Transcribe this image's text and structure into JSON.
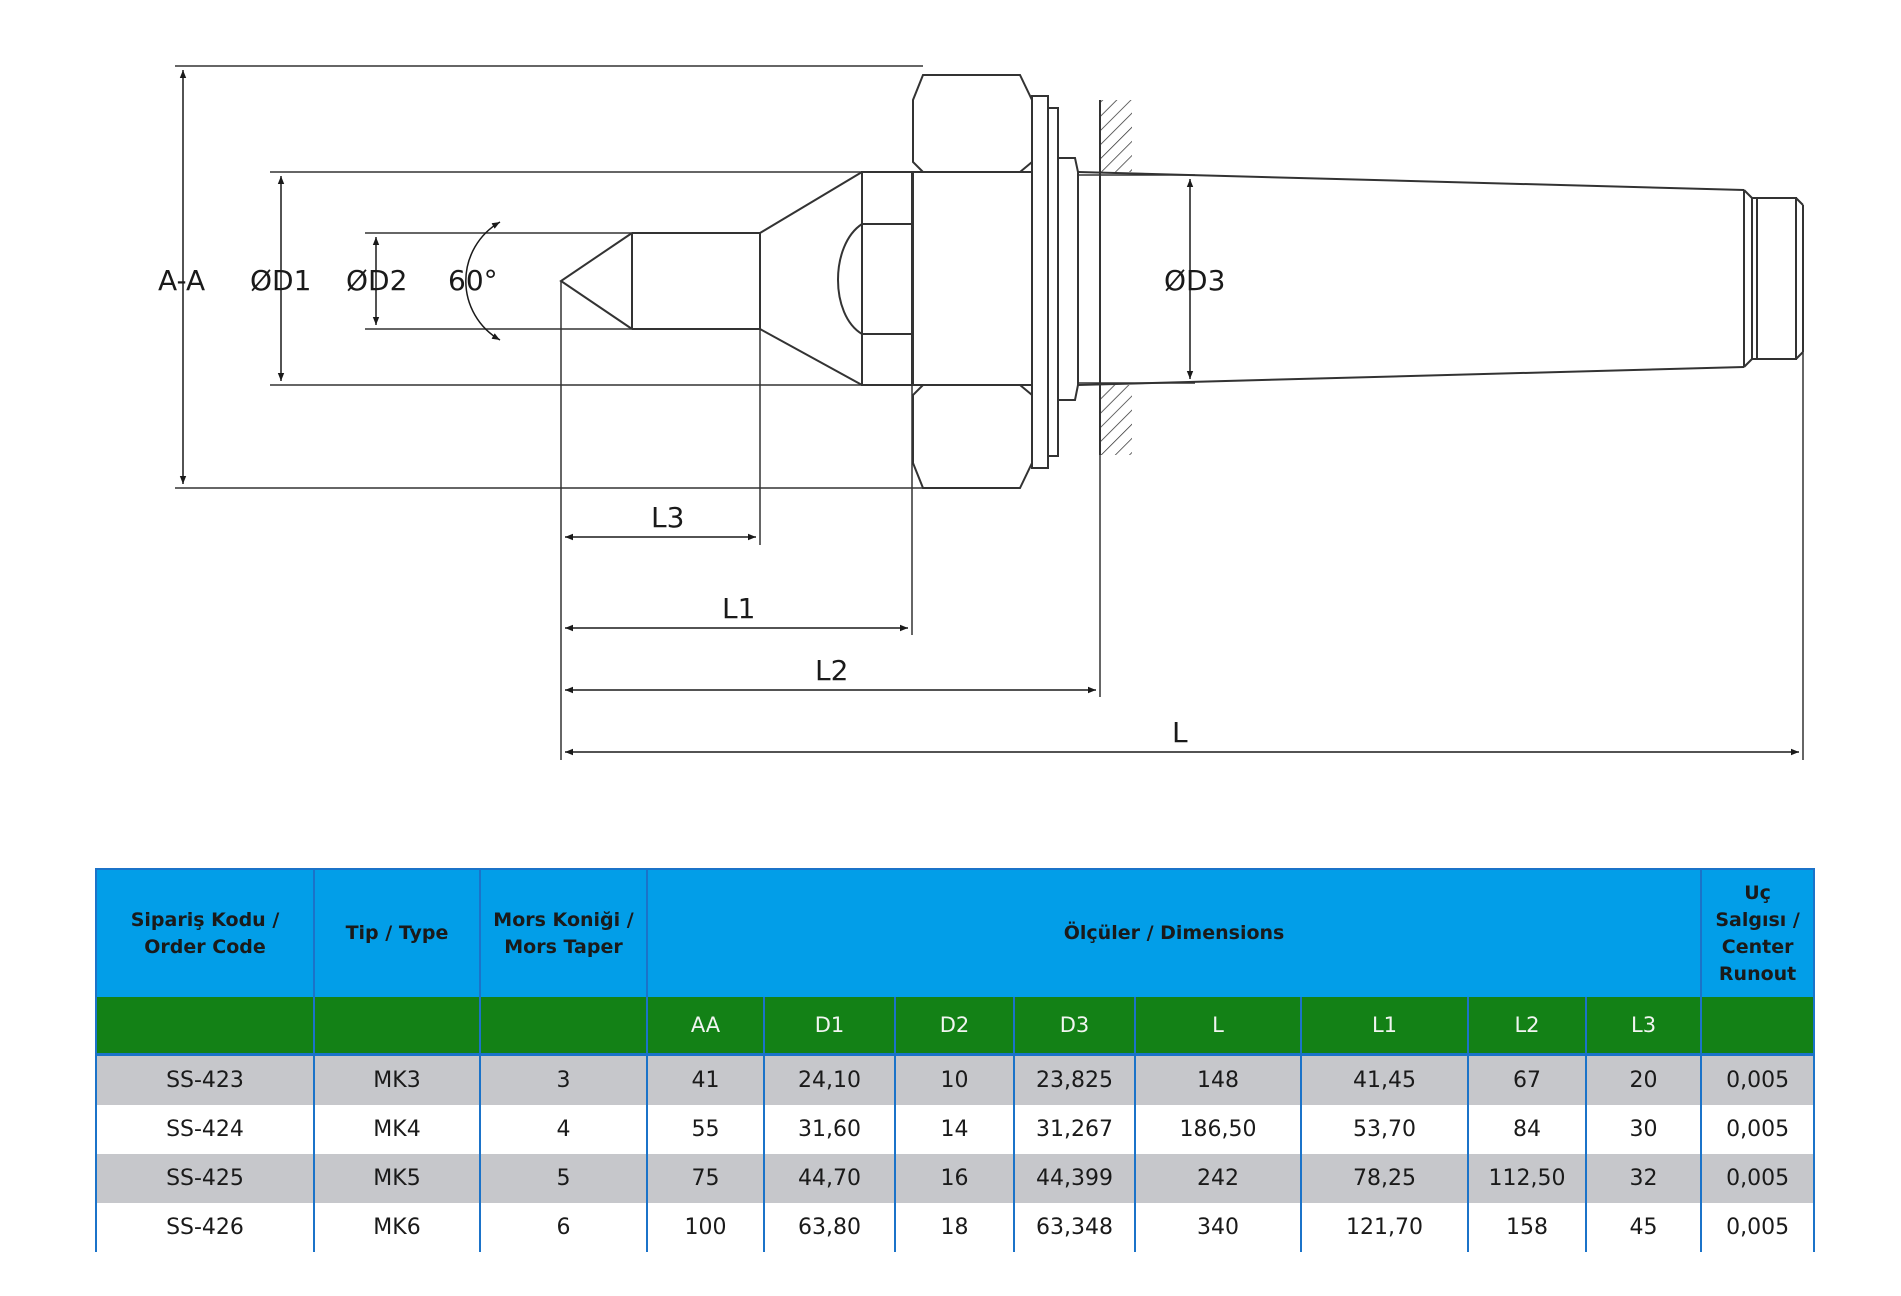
{
  "drawing": {
    "labels": {
      "aa": "A-A",
      "d1": "ØD1",
      "d2": "ØD2",
      "angle": "60°",
      "d3": "ØD3",
      "l3": "L3",
      "l1": "L1",
      "l2": "L2",
      "l": "L"
    }
  },
  "table": {
    "headers": {
      "order_code": "Sipariş Kodu / Order Code",
      "type": "Tip / Type",
      "mors": "Mors Koniği / Mors Taper",
      "dimensions": "Ölçüler / Dimensions",
      "runout": "Uç Salgısı / Center Runout"
    },
    "sub_headers": [
      "AA",
      "D1",
      "D2",
      "D3",
      "L",
      "L1",
      "L2",
      "L3"
    ],
    "rows": [
      [
        "SS-423",
        "MK3",
        "3",
        "41",
        "24,10",
        "10",
        "23,825",
        "148",
        "41,45",
        "67",
        "20",
        "0,005"
      ],
      [
        "SS-424",
        "MK4",
        "4",
        "55",
        "31,60",
        "14",
        "31,267",
        "186,50",
        "53,70",
        "84",
        "30",
        "0,005"
      ],
      [
        "SS-425",
        "MK5",
        "5",
        "75",
        "44,70",
        "16",
        "44,399",
        "242",
        "78,25",
        "112,50",
        "32",
        "0,005"
      ],
      [
        "SS-426",
        "MK6",
        "6",
        "100",
        "63,80",
        "18",
        "63,348",
        "340",
        "121,70",
        "158",
        "45",
        "0,005"
      ]
    ]
  },
  "colors": {
    "header_blue": "#029ee8",
    "header_green": "#138116",
    "row_gray": "#c6c7cb",
    "border_blue": "#1b73c9"
  }
}
